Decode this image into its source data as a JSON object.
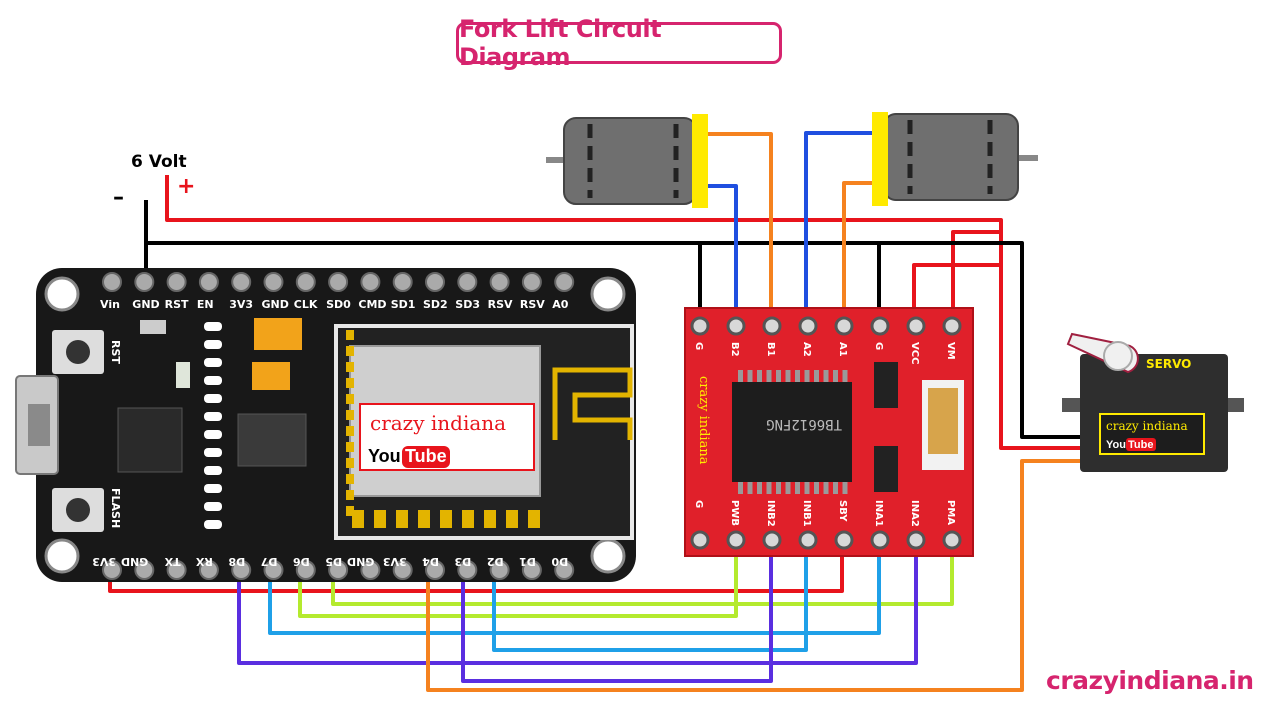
{
  "title": "Fork Lift Circuit Diagram",
  "footer": "crazyindiana.in",
  "battery": {
    "label": "6 Volt",
    "plus": "+",
    "minus": "–"
  },
  "nodemcu": {
    "top_pins": [
      "Vin",
      "GND",
      "RST",
      "EN",
      "3V3",
      "GND",
      "CLK",
      "SD0",
      "CMD",
      "SD1",
      "SD2",
      "SD3",
      "RSV",
      "RSV",
      "A0"
    ],
    "bottom_pins": [
      "3V3",
      "GND",
      "TX",
      "RX",
      "D8",
      "D7",
      "D6",
      "D5",
      "GND",
      "3V3",
      "D4",
      "D3",
      "D2",
      "D1",
      "D0"
    ],
    "side_labels": {
      "rst": "RST",
      "flash": "FLASH"
    },
    "module_brand": "crazy indiana",
    "youtube_you": "You",
    "youtube_tube": "Tube"
  },
  "driver": {
    "top_pins": [
      "G",
      "B2",
      "B1",
      "A2",
      "A1",
      "G",
      "VCC",
      "VM"
    ],
    "bottom_pins": [
      "G",
      "PWB",
      "INB2",
      "INB1",
      "SBY",
      "INA1",
      "INA2",
      "PMA"
    ],
    "brand": "crazy indiana",
    "chip_text": "TB6612FNG"
  },
  "servo": {
    "label": "SERVO",
    "brand": "crazy indiana",
    "youtube_you": "You",
    "youtube_tube": "Tube"
  },
  "colors": {
    "accent": "#d6246e",
    "red_wire": "#e8141c",
    "black_wire": "#000000",
    "blue_wire": "#1f4fe0",
    "orange_wire": "#f5821f",
    "light_blue_wire": "#1fa0e8",
    "green_wire": "#b4ea2e",
    "purple_wire": "#5a2ee0",
    "board": "#181818",
    "driver_board": "#e0202a",
    "motor_yellow": "#ffea00"
  }
}
